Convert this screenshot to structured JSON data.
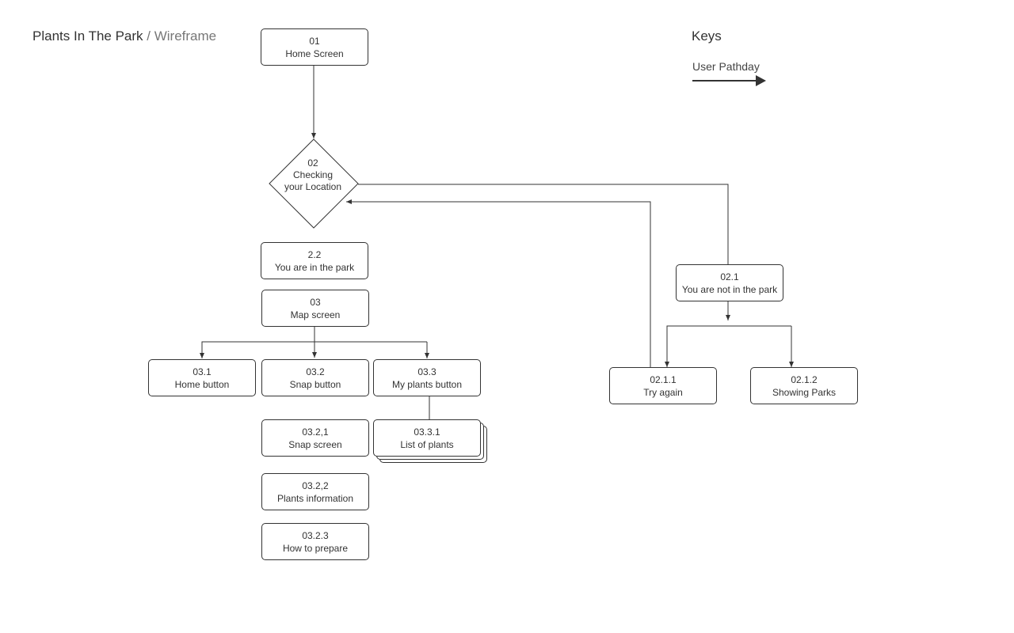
{
  "title": {
    "main": "Plants In The Park",
    "separator": " / ",
    "sub": "Wireframe"
  },
  "keys": {
    "title": "Keys",
    "user_pathway": "User Pathday"
  },
  "nodes": {
    "n01": {
      "id": "01",
      "label": "Home Screen"
    },
    "n02": {
      "id": "02",
      "label_line1": "Checking",
      "label_line2": "your Location"
    },
    "n2_2": {
      "id": "2.2",
      "label": "You are in the park"
    },
    "n03": {
      "id": "03",
      "label": "Map screen"
    },
    "n03_1": {
      "id": "03.1",
      "label": "Home button"
    },
    "n03_2": {
      "id": "03.2",
      "label": "Snap button"
    },
    "n03_3": {
      "id": "03.3",
      "label": "My plants button"
    },
    "n03_2_1": {
      "id": "03.2,1",
      "label": "Snap screen"
    },
    "n03_2_2": {
      "id": "03.2,2",
      "label": "Plants information"
    },
    "n03_2_3": {
      "id": "03.2.3",
      "label": "How to prepare"
    },
    "n03_3_1": {
      "id": "03.3.1",
      "label": "List of plants"
    },
    "n02_1": {
      "id": "02.1",
      "label": "You are not in the park"
    },
    "n02_1_1": {
      "id": "02.1.1",
      "label": "Try again"
    },
    "n02_1_2": {
      "id": "02.1.2",
      "label": "Showing Parks"
    }
  },
  "colors": {
    "stroke": "#333333",
    "text": "#333333",
    "subtitle": "#777777"
  }
}
